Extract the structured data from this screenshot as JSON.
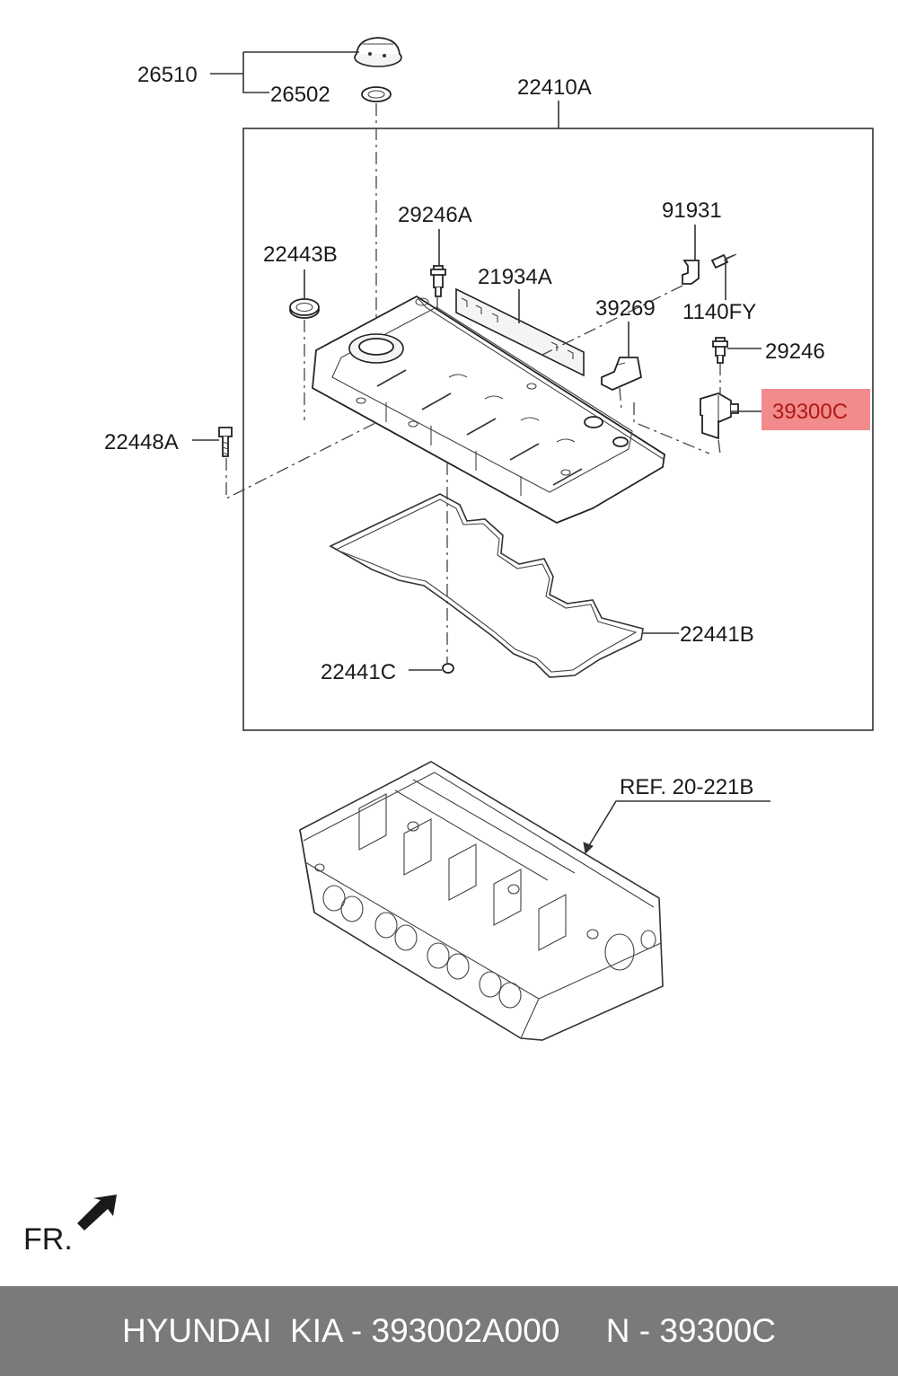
{
  "labels": {
    "l26510": "26510",
    "l26502": "26502",
    "l22410A": "22410A",
    "l29246A": "29246A",
    "l91931": "91931",
    "l22443B": "22443B",
    "l21934A": "21934A",
    "l39269": "39269",
    "l1140FY": "1140FY",
    "l29246": "29246",
    "l39300C": "39300C",
    "l22448A": "22448A",
    "l22441B": "22441B",
    "l22441C": "22441C",
    "ref": "REF. 20-221B",
    "fr": "FR."
  },
  "highlight_color": "#f28b8b",
  "footer": {
    "text": "HYUNDAI  KIA - 393002A000     N - 39300C"
  }
}
